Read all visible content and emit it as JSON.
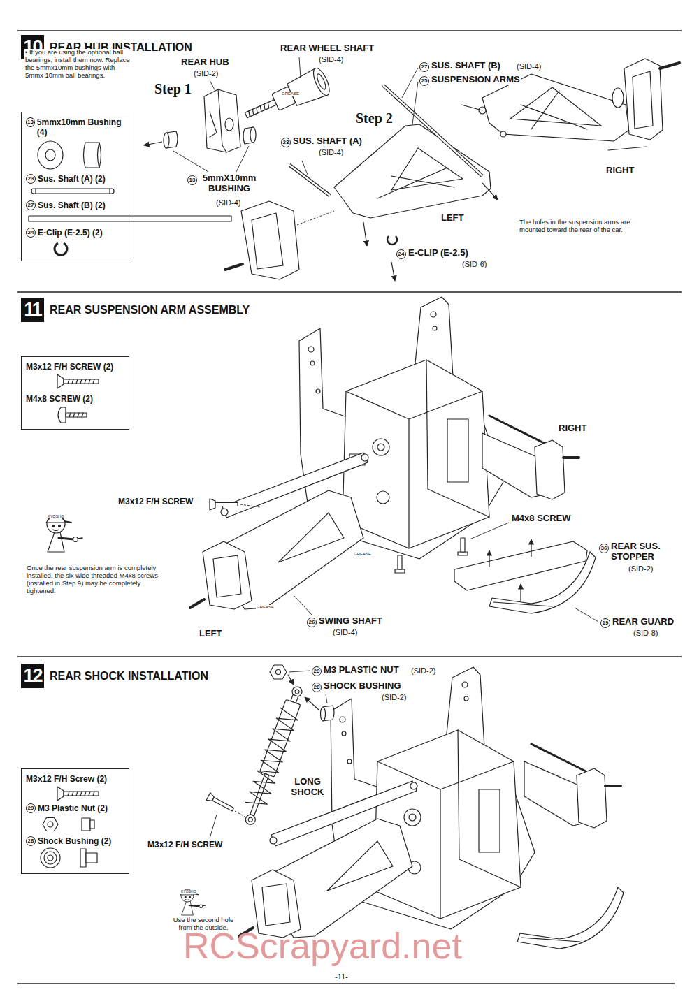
{
  "diagram": {
    "nodes": [
      {
        "text": [
          "10",
          "REAR HUB INSTALLATION"
        ]
      },
      {
        "text": [
          "13",
          "5mmx10mm Bushing (4)",
          "23",
          "Sus. Shaft (A) (2)",
          "27",
          "Sus. Shaft (B) (2)",
          "24",
          "E-Clip (E-2.5) (2)"
        ]
      },
      {
        "text": [
          "11",
          "REAR SUSPENSION ARM ASSEMBLY"
        ]
      },
      {
        "text": [
          "M3x12 F/H SCREW (2)",
          "M4x8 SCREW (2)"
        ]
      },
      {
        "text": [
          "12",
          "REAR SHOCK INSTALLATION"
        ]
      },
      {
        "text": [
          "M3x12 F/H Screw (2)",
          "29",
          "M3 Plastic Nut (2)",
          "28",
          "Shock Bushing (2)"
        ]
      }
    ],
    "labels": [
      "• If you are using the optional ball bearings, install them now. Replace the 5mmx10mm bushings with 5mmx 10mm ball bearings.",
      "REAR HUB",
      "(SID-2)",
      "Step 1",
      "REAR WHEEL SHAFT",
      "(SID-4)",
      "27",
      "SUS. SHAFT (B)",
      "(SID-4)",
      "25",
      "SUSPENSION ARMS",
      "Step 2",
      "23",
      "SUS. SHAFT (A)",
      "(SID-4)",
      "13",
      "5mmX10mm BUSHING",
      "(SID-4)",
      "LEFT",
      "RIGHT",
      "The holes in the suspension arms are mounted toward the rear of the car.",
      "24",
      "E-CLIP (E-2.5)",
      "(SID-6)",
      "GREASE",
      "M3x12 F/H SCREW",
      "RIGHT",
      "M4x8 SCREW",
      "36",
      "REAR SUS. STOPPER",
      "(SID-2)",
      "19",
      "REAR GUARD",
      "(SID-8)",
      "26",
      "SWING SHAFT",
      "(SID-4)",
      "LEFT",
      "Once the rear suspension arm is completely installed, the six wide threaded M4x8 screws (installed in Step 9) may be completely tightened.",
      "KYOSHO",
      "GREASE",
      "GREASE",
      "29",
      "M3 PLASTIC NUT",
      "(SID-2)",
      "28",
      "SHOCK BUSHING",
      "(SID-2)",
      "LONG SHOCK",
      "M3x12 F/H SCREW",
      "KYOSHO",
      "Use the second hole from the outside.",
      "RCScrapyard.net",
      "-11-"
    ]
  }
}
